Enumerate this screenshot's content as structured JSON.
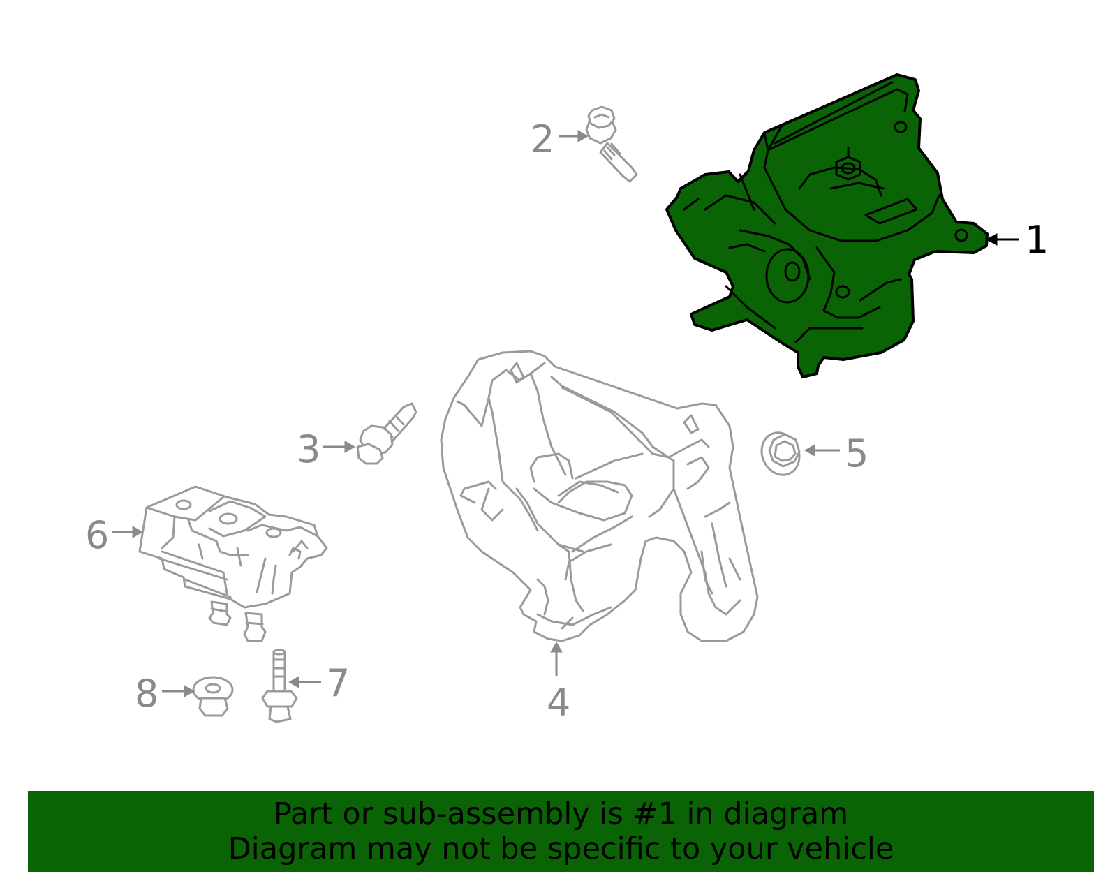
{
  "callouts": [
    {
      "number": "1",
      "part": "highlighted"
    },
    {
      "number": "2"
    },
    {
      "number": "3"
    },
    {
      "number": "4"
    },
    {
      "number": "5"
    },
    {
      "number": "6"
    },
    {
      "number": "7"
    },
    {
      "number": "8"
    }
  ],
  "banner": {
    "line1": "Part or sub-assembly is #1 in diagram",
    "line2": "Diagram may not be specific to your vehicle",
    "background": "#0a6405"
  },
  "colors": {
    "highlight_fill": "#0a6405",
    "highlight_stroke": "#000000",
    "part_stroke": "#9a9a9a",
    "callout_gray": "#8a8a8a",
    "callout_black": "#000000"
  }
}
